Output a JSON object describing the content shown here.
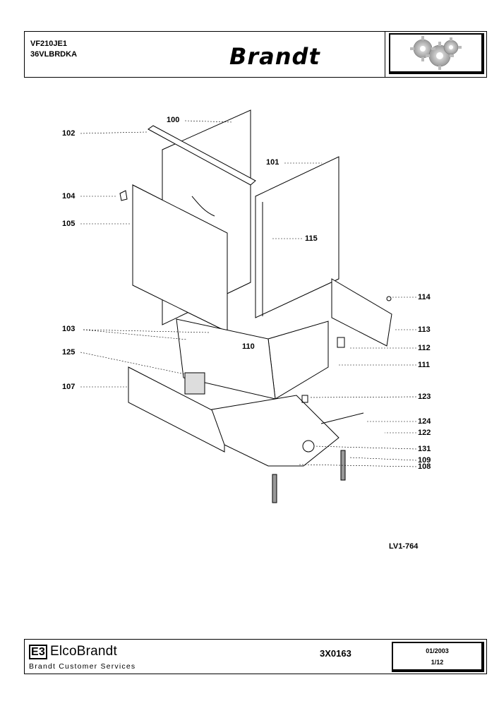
{
  "header": {
    "model_line1": "VF210JE1",
    "model_line2": "36VLBRDKA",
    "brand": "Brandt"
  },
  "callouts": {
    "c100": "100",
    "c101": "101",
    "c102": "102",
    "c103": "103",
    "c104": "104",
    "c105": "105",
    "c107": "107",
    "c108": "108",
    "c109": "109",
    "c110": "110",
    "c111": "111",
    "c112": "112",
    "c113": "113",
    "c114": "114",
    "c115": "115",
    "c122": "122",
    "c123": "123",
    "c124": "124",
    "c125": "125",
    "c131": "131"
  },
  "drawing_ref": "LV1-764",
  "footer": {
    "company_mark": "E3",
    "company": "ElcoBrandt",
    "service": "Brandt Customer Services",
    "doc_code": "3X0163",
    "date": "01/2003",
    "page": "1/12"
  }
}
